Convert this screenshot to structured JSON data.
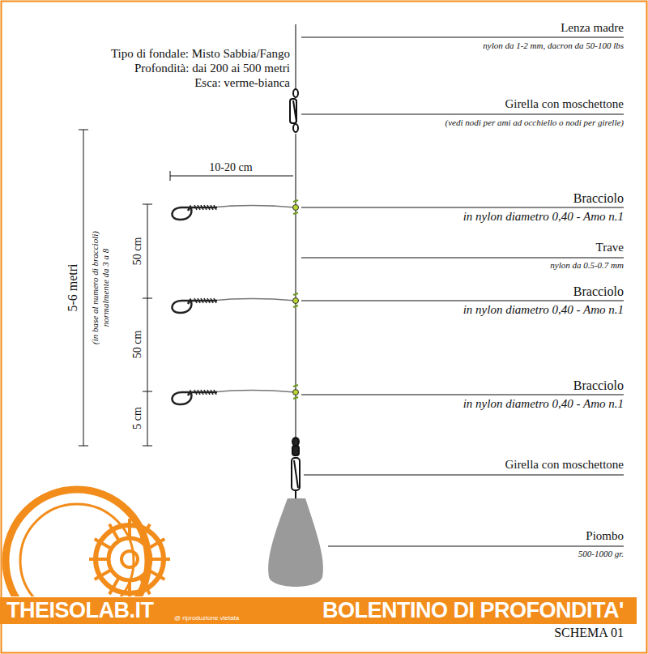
{
  "diagram": {
    "title": "BOLENTINO DI PROFONDITA'",
    "caption": "SCHEMA 01",
    "labels": [
      "Tipo di fondale: Misto Sabbia/Fango",
      "Profondità: dai 200 ai 500 metri",
      "Esca: verme-bianca",
      "Lenza madre",
      "nylon da 1-2 mm, dacron da 50-100 lbs",
      "Girella con moschettone",
      "(vedi nodi per ami ad occhiello o nodi per girelle)",
      "10-20 cm",
      "Bracciolo",
      "in nylon diametro 0,40 - Amo n.1",
      "Trave",
      "nylon da 0.5-0.7 mm",
      "Bracciolo",
      "in nylon diametro 0,40 - Amo n.1",
      "Bracciolo",
      "in nylon diametro 0,40 - Amo n.1",
      "Girella con moschettone",
      "Piombo",
      "500-1000 gr.",
      "5-6 metri",
      "(in base al numero di braccioli)",
      "normalmente da 3 a 8",
      "50 cm",
      "50 cm",
      "5 cm",
      "THEISOLAB.IT",
      "@ riproduzione vietata"
    ]
  }
}
